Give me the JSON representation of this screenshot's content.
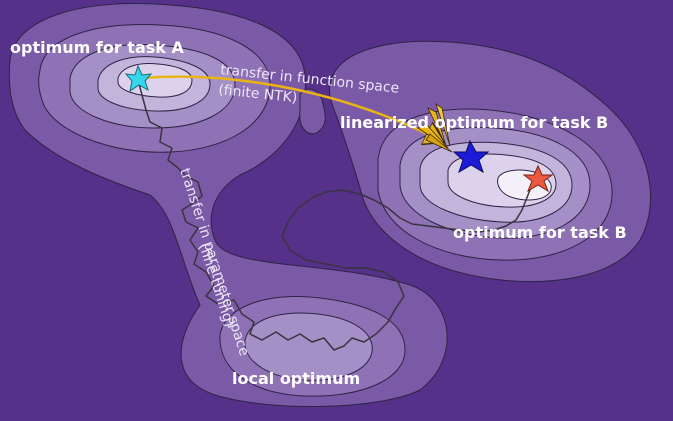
{
  "labels": {
    "optimum_a": "optimum for task A",
    "transfer_function_line1": "transfer in function space",
    "transfer_function_line2": "(finite NTK)",
    "linearized_optimum_b": "linearized optimum for task B",
    "optimum_b": "optimum for task B",
    "transfer_parameter_line1": "transfer in parameter space",
    "transfer_parameter_line2": "(fine-tuning)",
    "local_optimum": "local optimum"
  },
  "colors": {
    "background": "#56318a",
    "arrow": "#e8b415",
    "star_a": "#35d6ea",
    "star_linearized": "#1d1bd8",
    "star_b": "#ea5940",
    "path": "#3a3340"
  }
}
